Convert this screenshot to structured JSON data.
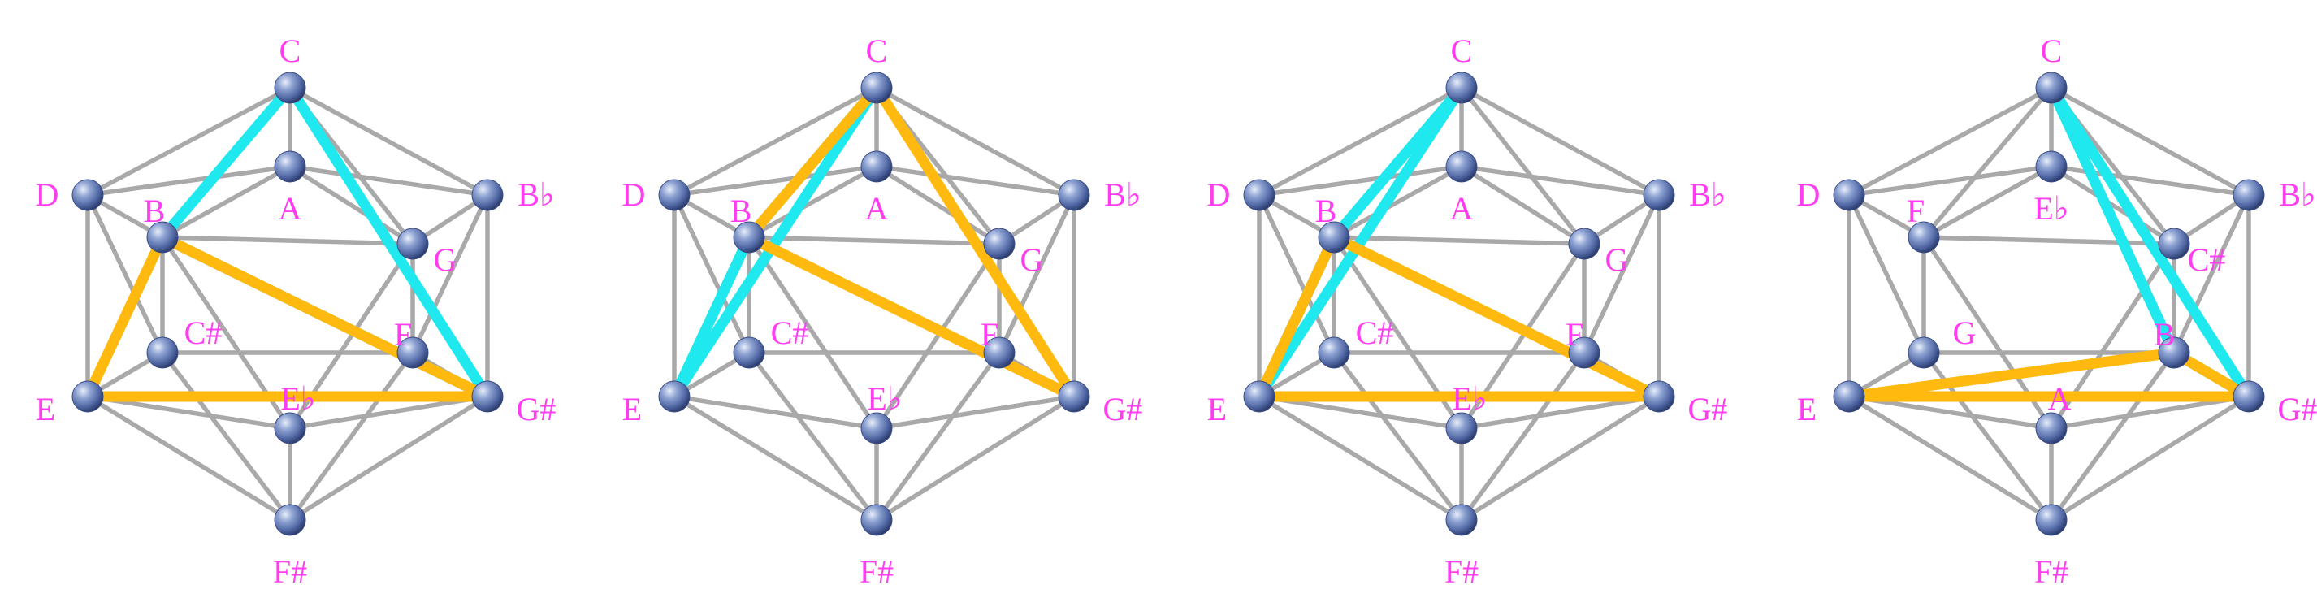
{
  "colors": {
    "edge": "#a9a9a9",
    "cyan_triangle": "#1fe8ee",
    "orange_triangle": "#ffb90f",
    "label": "#ff3cf0",
    "node": "#5a73b0"
  },
  "panels": [
    {
      "labels": {
        "top": "C",
        "left_up": "D",
        "right_up": "B♭",
        "left_low": "E",
        "right_low": "G#",
        "bottom": "F#",
        "inner_up": "A",
        "inner_upleft": "B",
        "inner_upright": "G",
        "inner_lowleft": "C#",
        "inner_lowright": "F",
        "inner_low": "E♭"
      },
      "cyan": [
        [
          "top",
          "inner_upleft"
        ],
        [
          "top",
          "right_low"
        ],
        [
          "inner_upleft",
          "right_low"
        ]
      ],
      "orange": [
        [
          "inner_upleft",
          "left_low"
        ],
        [
          "left_low",
          "right_low"
        ],
        [
          "inner_upleft",
          "right_low"
        ]
      ]
    },
    {
      "labels": {
        "top": "C",
        "left_up": "D",
        "right_up": "B♭",
        "left_low": "E",
        "right_low": "G#",
        "bottom": "F#",
        "inner_up": "A",
        "inner_upleft": "B",
        "inner_upright": "G",
        "inner_lowleft": "C#",
        "inner_lowright": "F",
        "inner_low": "E♭"
      },
      "cyan": [
        [
          "top",
          "inner_upleft"
        ],
        [
          "top",
          "left_low"
        ],
        [
          "inner_upleft",
          "left_low"
        ]
      ],
      "orange": [
        [
          "top",
          "inner_upleft"
        ],
        [
          "top",
          "right_low"
        ],
        [
          "inner_upleft",
          "right_low"
        ]
      ]
    },
    {
      "labels": {
        "top": "C",
        "left_up": "D",
        "right_up": "B♭",
        "left_low": "E",
        "right_low": "G#",
        "bottom": "F#",
        "inner_up": "A",
        "inner_upleft": "B",
        "inner_upright": "G",
        "inner_lowleft": "C#",
        "inner_lowright": "F",
        "inner_low": "E♭"
      },
      "cyan": [
        [
          "top",
          "inner_upleft"
        ],
        [
          "top",
          "left_low"
        ],
        [
          "inner_upleft",
          "left_low"
        ]
      ],
      "orange": [
        [
          "inner_upleft",
          "left_low"
        ],
        [
          "left_low",
          "right_low"
        ],
        [
          "inner_upleft",
          "right_low"
        ]
      ]
    },
    {
      "labels": {
        "top": "C",
        "left_up": "D",
        "right_up": "B♭",
        "left_low": "E",
        "right_low": "G#",
        "bottom": "F#",
        "inner_up": "E♭",
        "inner_upleft": "F",
        "inner_upright": "C#",
        "inner_lowleft": "G",
        "inner_lowright": "B",
        "inner_low": "A"
      },
      "cyan": [
        [
          "top",
          "inner_lowright"
        ],
        [
          "top",
          "right_low"
        ],
        [
          "inner_lowright",
          "right_low"
        ]
      ],
      "orange": [
        [
          "left_low",
          "inner_lowright"
        ],
        [
          "left_low",
          "right_low"
        ],
        [
          "inner_lowright",
          "right_low"
        ]
      ]
    }
  ]
}
